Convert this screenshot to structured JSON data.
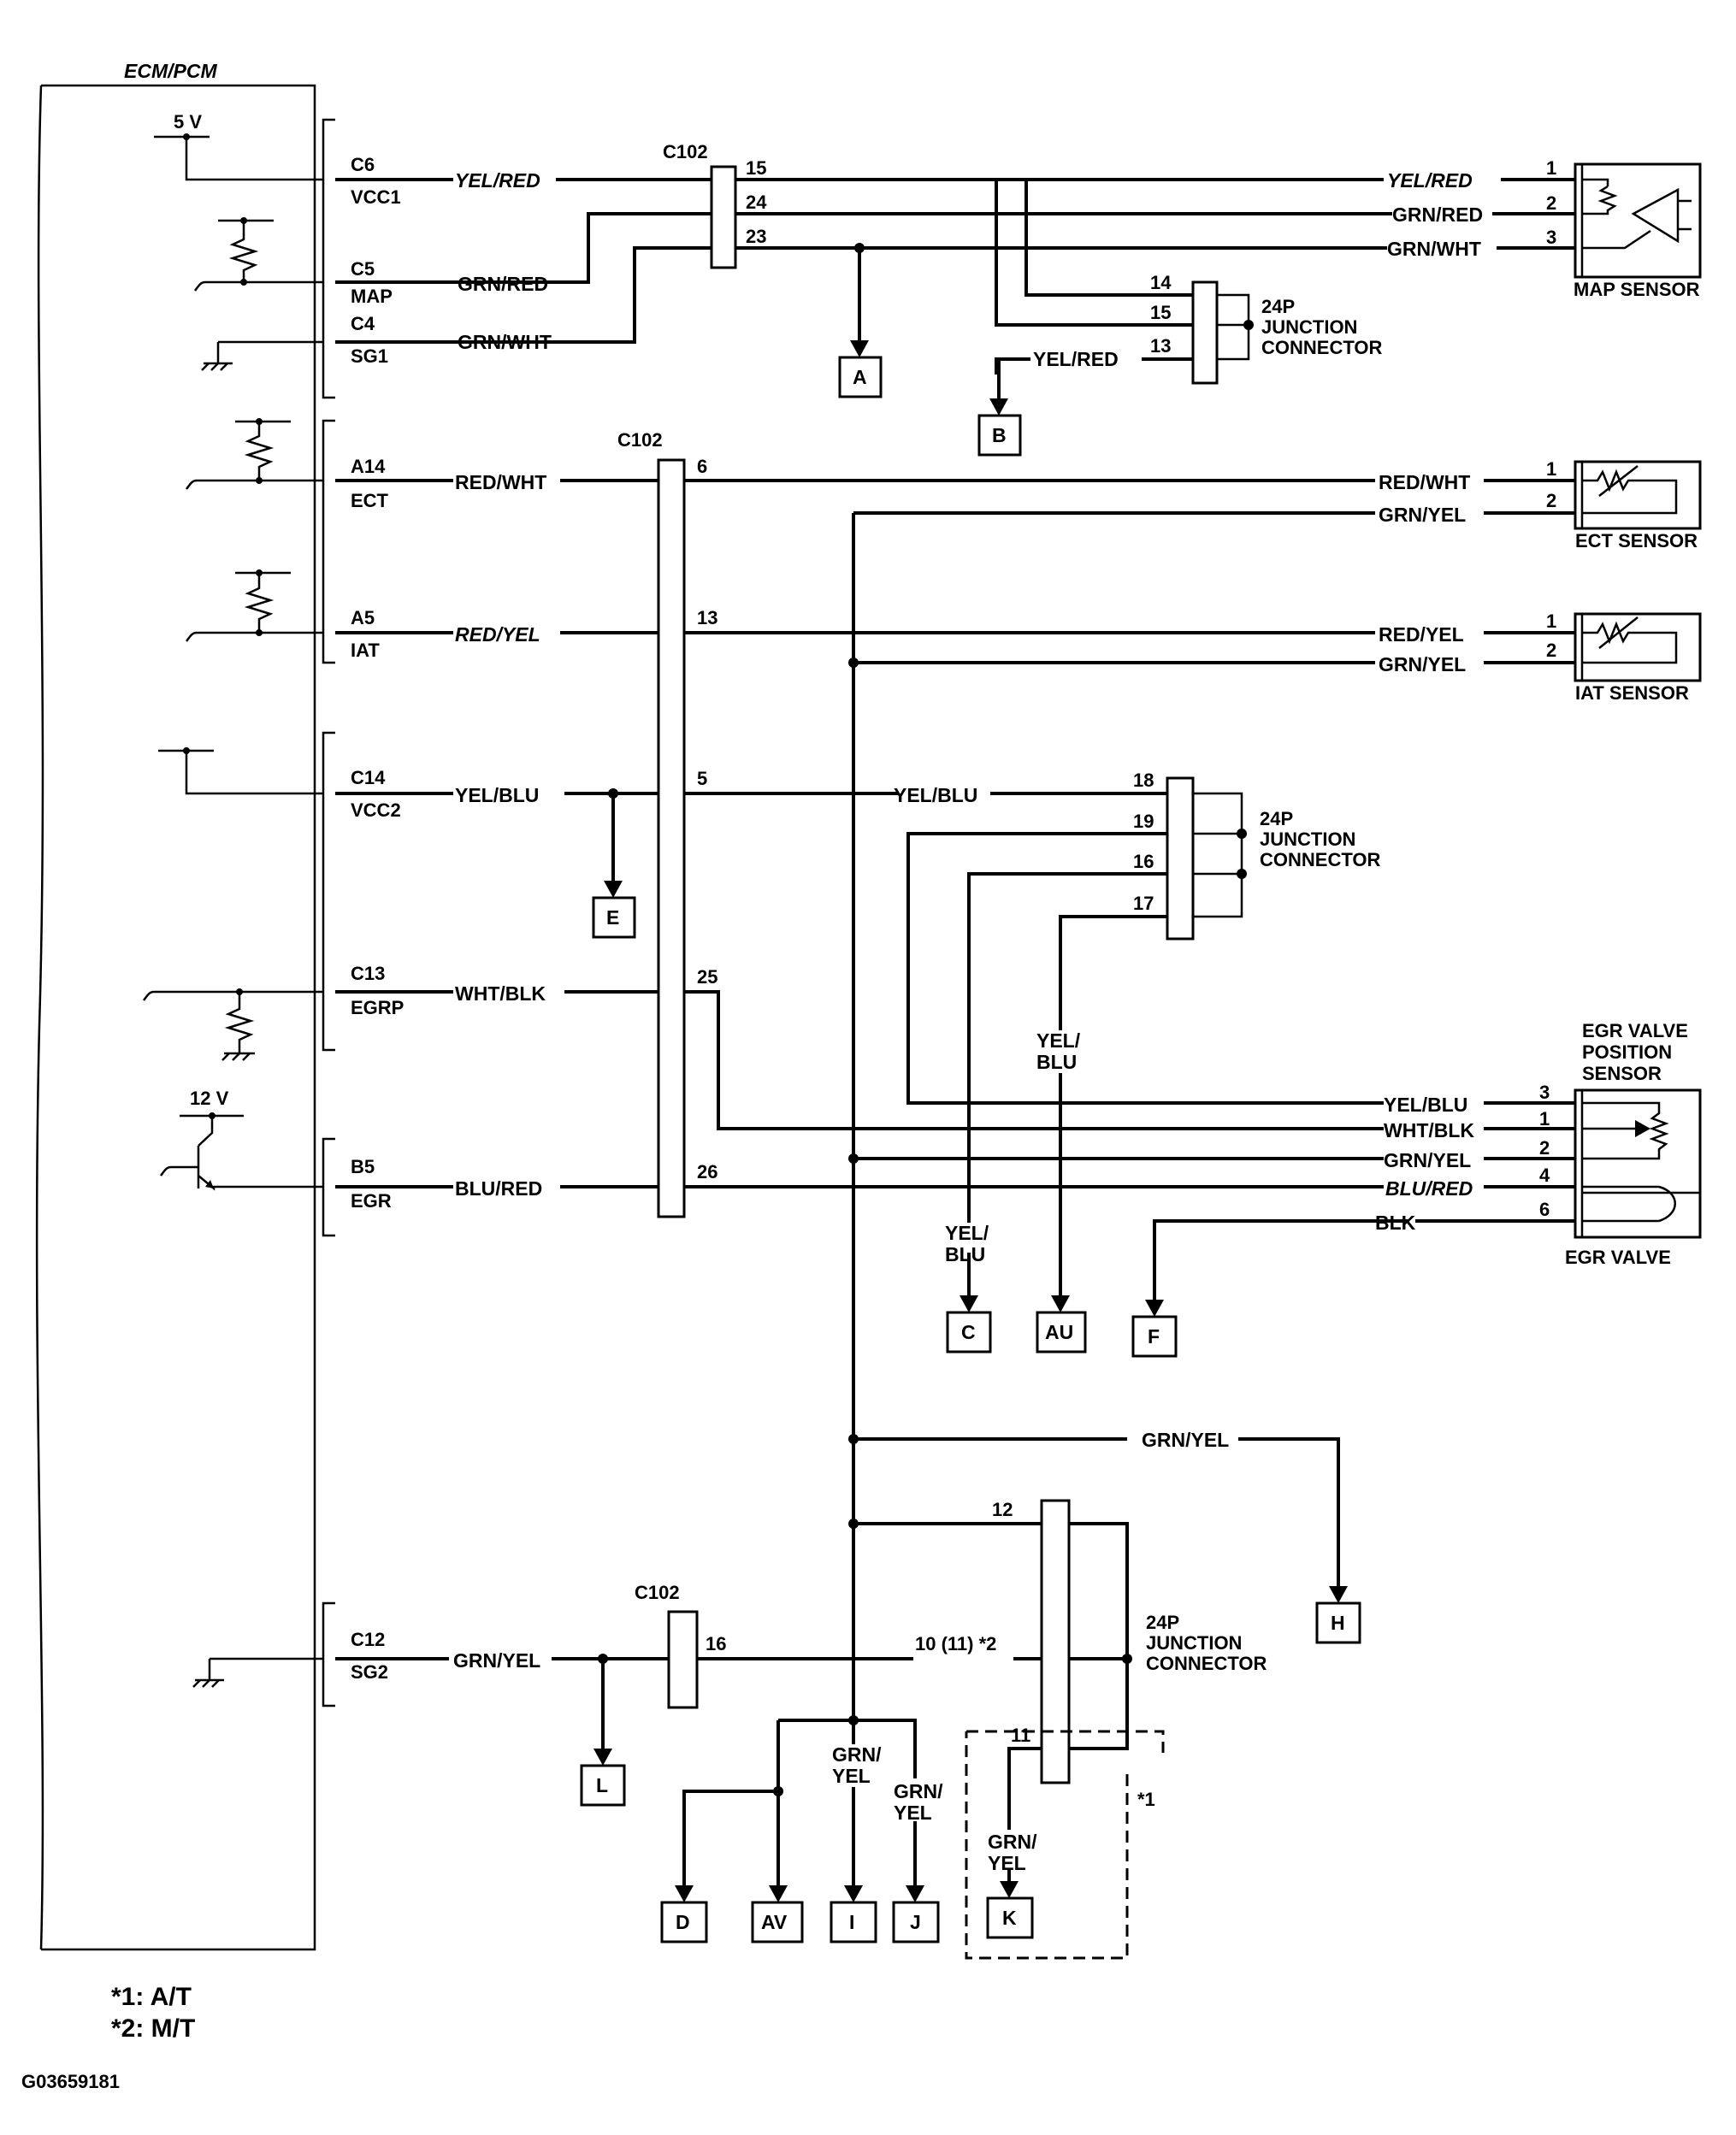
{
  "ecm": {
    "title": "ECM/PCM"
  },
  "supplies": {
    "v5": "5 V",
    "v12": "12 V"
  },
  "ecm_pins": [
    {
      "pin": "C6",
      "name": "VCC1"
    },
    {
      "pin": "C5",
      "name": "MAP"
    },
    {
      "pin": "C4",
      "name": "SG1"
    },
    {
      "pin": "A14",
      "name": "ECT"
    },
    {
      "pin": "A5",
      "name": "IAT"
    },
    {
      "pin": "C14",
      "name": "VCC2"
    },
    {
      "pin": "C13",
      "name": "EGRP"
    },
    {
      "pin": "B5",
      "name": "EGR"
    },
    {
      "pin": "C12",
      "name": "SG2"
    }
  ],
  "wire_colors": {
    "yel_red": "YEL/RED",
    "grn_red": "GRN/RED",
    "grn_wht": "GRN/WHT",
    "red_wht": "RED/WHT",
    "red_yel": "RED/YEL",
    "yel_blu": "YEL/BLU",
    "wht_blk": "WHT/BLK",
    "blu_red": "BLU/RED",
    "grn_yel": "GRN/YEL",
    "blk": "BLK",
    "yel_split": "YEL/",
    "blu_split": "BLU",
    "grn_split": "GRN/",
    "yel_split2": "YEL"
  },
  "connectors": {
    "c102": "C102",
    "jc_line1": "24P",
    "jc_line2": "JUNCTION",
    "jc_line3": "CONNECTOR"
  },
  "pin_numbers": {
    "c102_a": [
      "15",
      "24",
      "23"
    ],
    "jc_a": [
      "14",
      "15",
      "13"
    ],
    "c102_b": [
      "6",
      "13",
      "5",
      "25",
      "26"
    ],
    "jc_b": [
      "18",
      "19",
      "16",
      "17"
    ],
    "c102_c": "16",
    "jc_c": [
      "12",
      "10 (11) *2",
      "11"
    ],
    "map": [
      "1",
      "2",
      "3"
    ],
    "ect": [
      "1",
      "2"
    ],
    "iat": [
      "1",
      "2"
    ],
    "egr": [
      "3",
      "1",
      "2",
      "4",
      "6"
    ]
  },
  "components": {
    "map_sensor": "MAP SENSOR",
    "ect_sensor": "ECT SENSOR",
    "iat_sensor": "IAT SENSOR",
    "egr_pos_1": "EGR VALVE",
    "egr_pos_2": "POSITION",
    "egr_pos_3": "SENSOR",
    "egr_valve": "EGR VALVE"
  },
  "refs": [
    "A",
    "B",
    "E",
    "C",
    "AU",
    "F",
    "H",
    "L",
    "D",
    "AV",
    "I",
    "J",
    "K"
  ],
  "notes": {
    "star1": "*1",
    "n1": "*1: A/T",
    "n2": "*2: M/T",
    "code": "G03659181"
  }
}
